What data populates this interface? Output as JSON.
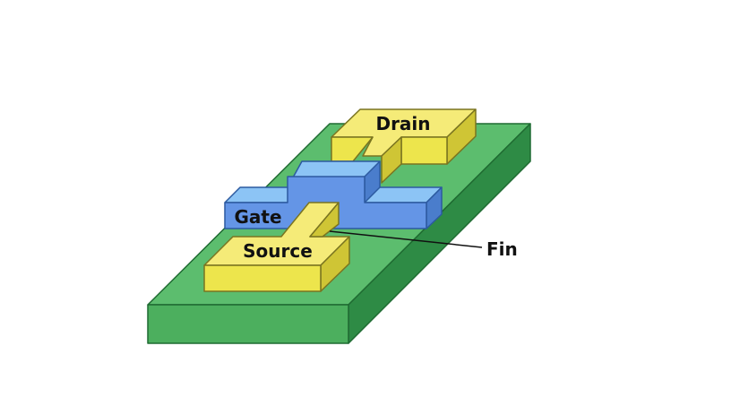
{
  "labels": {
    "drain": "Drain",
    "gate": "Gate",
    "source": "Source",
    "fin": "Fin"
  },
  "colors": {
    "substrate_top": "#5cbd6e",
    "substrate_front": "#4caf5e",
    "substrate_side": "#2e8b45",
    "substrate_edge": "#1f6b32",
    "gate_top": "#8cc4f5",
    "gate_front": "#6495e6",
    "gate_side": "#4a7dcc",
    "gate_edge": "#2c5aa0",
    "contact_top": "#f5eb78",
    "contact_front": "#ede54c",
    "contact_side": "#cfc535",
    "contact_edge": "#7a7420"
  }
}
